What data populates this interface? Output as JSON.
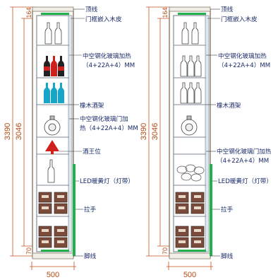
{
  "left_drawing": {
    "dimensions": {
      "total_height": "3390",
      "inner_height": "3046",
      "top_segment": "164",
      "bottom_segment": "70",
      "width": "500"
    },
    "labels": {
      "top_line": "顶线",
      "door_frame": "门框嵌入木皮",
      "glass_heated_1": "中空钢化玻璃加热",
      "glass_heated_1_spec": "（4+22A+4）MM",
      "wood_rack": "橡木酒架",
      "glass_door_heated_1": "中空钢化玻璃门加",
      "glass_door_heated_2": "热（4+22A+4）MM",
      "king_position": "酒王位",
      "led_light": "LED暖黄灯（灯带）",
      "handle": "拉手",
      "base_line": "脚线"
    }
  },
  "right_drawing": {
    "dimensions": {
      "total_height": "3390",
      "inner_height": "3046",
      "top_segment": "164",
      "bottom_segment": "70",
      "width": "500"
    },
    "labels": {
      "top_line": "顶线",
      "door_frame": "门框嵌入木皮",
      "glass_heated_1": "中空钢化玻璃加热",
      "glass_heated_1_spec": "（4+22A+4）MM",
      "wood_rack": "橡木酒架",
      "glass_door_heated": "中空钢化玻璃门加热",
      "glass_door_heated_spec": "（4+22A+4）MM",
      "led_light": "LED暖黄灯（灯带）",
      "handle": "拉手",
      "base_line": "脚线"
    }
  },
  "colors": {
    "frame_outer": "#8a7a66",
    "frame_inner": "#6a7a8a",
    "green_strip": "#22b14c",
    "dim_line": "#c0541c",
    "label_text": "#1a2a6a",
    "leader": "#3a3a3a",
    "bottle_red": "#d0201c",
    "bottle_cyan": "#18a6c8",
    "crate_brown": "#7a4a3a"
  }
}
